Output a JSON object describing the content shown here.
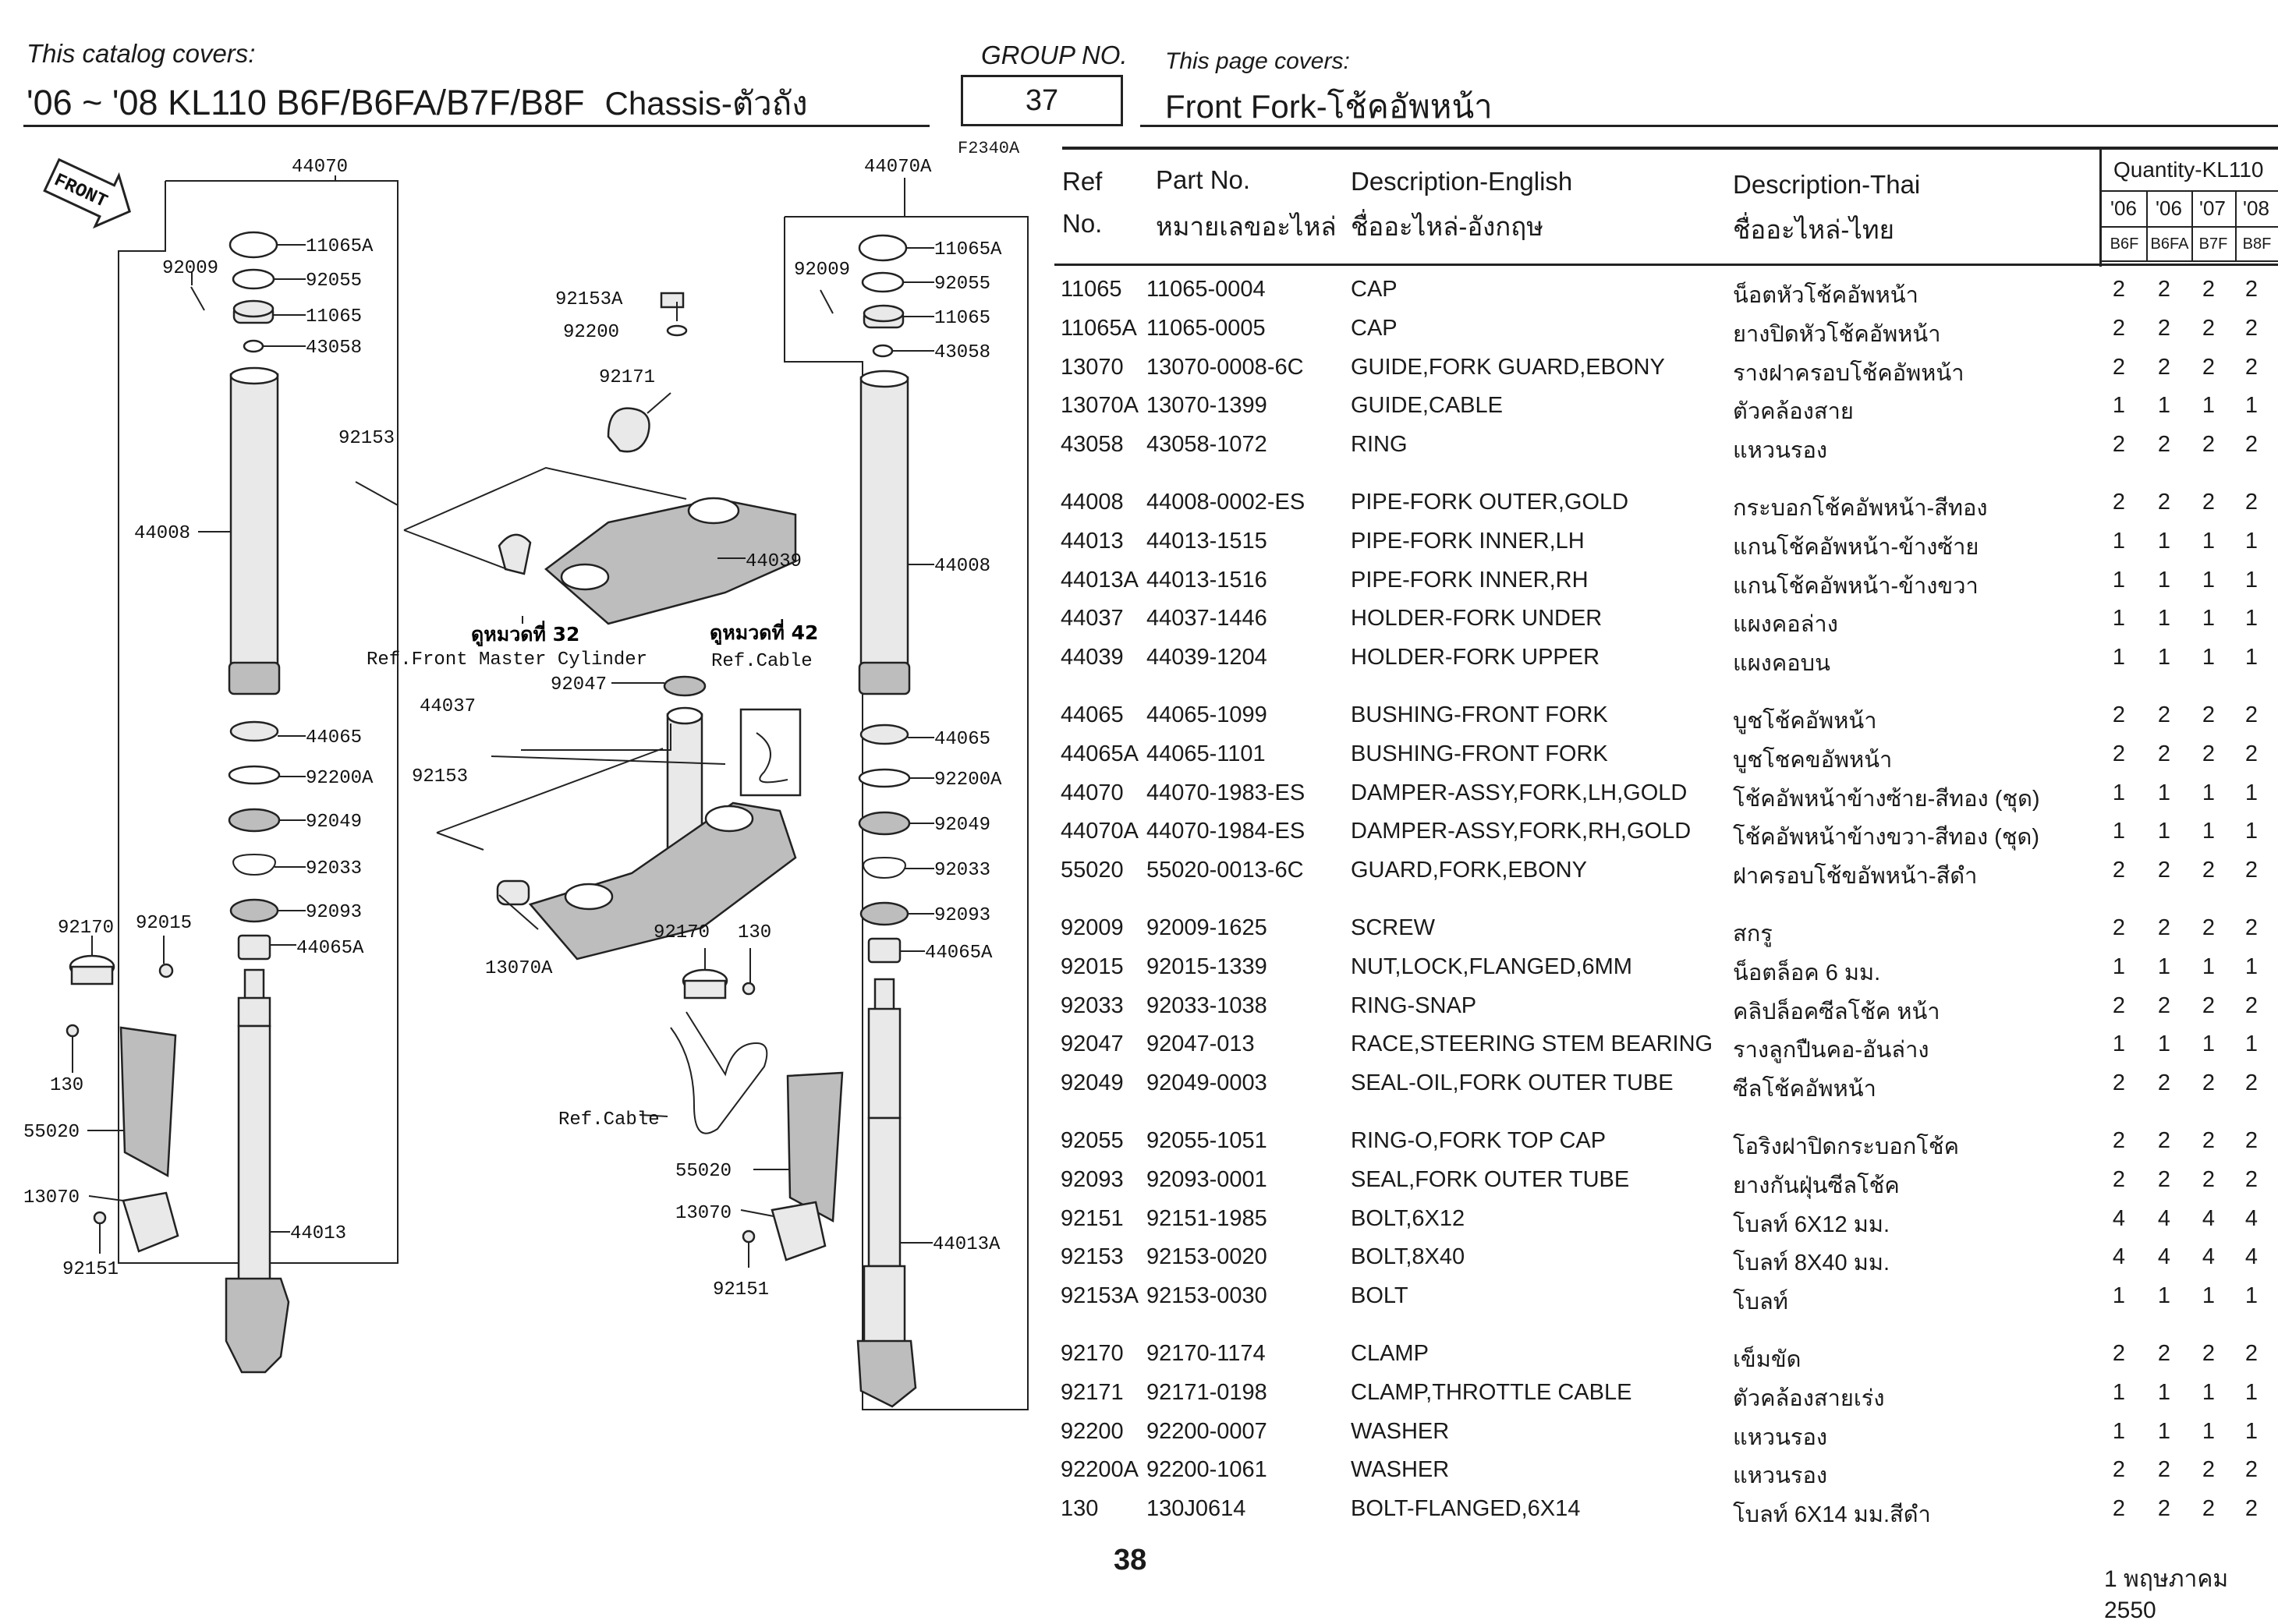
{
  "header": {
    "catalog_label": "This catalog covers:",
    "catalog_model": "'06 ~ '08 KL110 B6F/B6FA/B7F/B8F",
    "catalog_section": "Chassis-ตัวถัง",
    "group_label": "GROUP NO.",
    "group_no": "37",
    "page_covers_label": "This page covers:",
    "page_title": "Front Fork-โช้คอัพหน้า"
  },
  "figure": {
    "code": "F2340A",
    "front_mark": "FRONT",
    "ref_notes": {
      "see_page_32": "ดูหมวดที่ 32",
      "front_master_cylinder": "Ref.Front Master Cylinder",
      "see_page_42": "ดูหมวดที่ 42",
      "ref_cable": "Ref.Cable",
      "ref_cable_2": "Ref.Cable"
    },
    "callouts": {
      "left_assy": "44070",
      "right_assy": "44070A",
      "c11065A_l": "11065A",
      "c92009_l": "92009",
      "c92055_l": "92055",
      "c11065_l": "11065",
      "c43058_l": "43058",
      "c44008_l": "44008",
      "c44065_l": "44065",
      "c92200A_l": "92200A",
      "c92049_l": "92049",
      "c92033_l": "92033",
      "c92093_l": "92093",
      "c44065A_l": "44065A",
      "c44013": "44013",
      "c92170_l": "92170",
      "c92015": "92015",
      "c130_l": "130",
      "c55020_l": "55020",
      "c13070_l": "13070",
      "c92151_l": "92151",
      "c92153A": "92153A",
      "c92200": "92200",
      "c92171": "92171",
      "c92153_t": "92153",
      "c44039": "44039",
      "c44037": "44037",
      "c92047": "92047",
      "c92153_b": "92153",
      "c13070A": "13070A",
      "c92170_m": "92170",
      "c130_m": "130",
      "c55020_m": "55020",
      "c13070_m": "13070",
      "c92151_m": "92151",
      "c11065A_r": "11065A",
      "c92009_r": "92009",
      "c92055_r": "92055",
      "c11065_r": "11065",
      "c43058_r": "43058",
      "c44008_r": "44008",
      "c44065_r": "44065",
      "c92200A_r": "92200A",
      "c92049_r": "92049",
      "c92033_r": "92033",
      "c92093_r": "92093",
      "c44065A_r": "44065A",
      "c44013A": "44013A"
    }
  },
  "table": {
    "headers": {
      "ref": "Ref",
      "no": "No.",
      "part_no": "Part No.",
      "part_no_th": "หมายเลขอะไหล่",
      "desc_en": "Description-English",
      "desc_en_th": "ชื่ออะไหล่-อังกฤษ",
      "desc_th": "Description-Thai",
      "desc_th_th": "ชื่ออะไหล่-ไทย",
      "quantity": "Quantity-KL110",
      "years": [
        "'06",
        "'06",
        "'07",
        "'08"
      ],
      "models": [
        "B6F",
        "B6FA",
        "B7F",
        "B8F"
      ]
    },
    "rows": [
      {
        "ref": "11065",
        "part_no": "11065-0004",
        "desc_en": "CAP",
        "desc_th": "น็อตหัวโช้คอัพหน้า",
        "qty": [
          "2",
          "2",
          "2",
          "2"
        ]
      },
      {
        "ref": "11065A",
        "part_no": "11065-0005",
        "desc_en": "CAP",
        "desc_th": "ยางปิดหัวโช้คอัพหน้า",
        "qty": [
          "2",
          "2",
          "2",
          "2"
        ]
      },
      {
        "ref": "13070",
        "part_no": "13070-0008-6C",
        "desc_en": "GUIDE,FORK GUARD,EBONY",
        "desc_th": "รางฝาครอบโช้คอัพหน้า",
        "qty": [
          "2",
          "2",
          "2",
          "2"
        ]
      },
      {
        "ref": "13070A",
        "part_no": "13070-1399",
        "desc_en": "GUIDE,CABLE",
        "desc_th": "ตัวคล้องสาย",
        "qty": [
          "1",
          "1",
          "1",
          "1"
        ]
      },
      {
        "ref": "43058",
        "part_no": "43058-1072",
        "desc_en": "RING",
        "desc_th": "แหวนรอง",
        "qty": [
          "2",
          "2",
          "2",
          "2"
        ]
      },
      {
        "ref": "44008",
        "part_no": "44008-0002-ES",
        "desc_en": "PIPE-FORK OUTER,GOLD",
        "desc_th": "กระบอกโช้คอัพหน้า-สีทอง",
        "qty": [
          "2",
          "2",
          "2",
          "2"
        ]
      },
      {
        "ref": "44013",
        "part_no": "44013-1515",
        "desc_en": "PIPE-FORK INNER,LH",
        "desc_th": "แกนโช้คอัพหน้า-ข้างซ้าย",
        "qty": [
          "1",
          "1",
          "1",
          "1"
        ]
      },
      {
        "ref": "44013A",
        "part_no": "44013-1516",
        "desc_en": "PIPE-FORK INNER,RH",
        "desc_th": "แกนโช้คอัพหน้า-ข้างขวา",
        "qty": [
          "1",
          "1",
          "1",
          "1"
        ]
      },
      {
        "ref": "44037",
        "part_no": "44037-1446",
        "desc_en": "HOLDER-FORK UNDER",
        "desc_th": "แผงคอล่าง",
        "qty": [
          "1",
          "1",
          "1",
          "1"
        ]
      },
      {
        "ref": "44039",
        "part_no": "44039-1204",
        "desc_en": "HOLDER-FORK UPPER",
        "desc_th": "แผงคอบน",
        "qty": [
          "1",
          "1",
          "1",
          "1"
        ]
      },
      {
        "ref": "44065",
        "part_no": "44065-1099",
        "desc_en": "BUSHING-FRONT FORK",
        "desc_th": "บูชโช้คอัพหน้า",
        "qty": [
          "2",
          "2",
          "2",
          "2"
        ]
      },
      {
        "ref": "44065A",
        "part_no": "44065-1101",
        "desc_en": "BUSHING-FRONT FORK",
        "desc_th": "บูชโชคขอัพหน้า",
        "qty": [
          "2",
          "2",
          "2",
          "2"
        ]
      },
      {
        "ref": "44070",
        "part_no": "44070-1983-ES",
        "desc_en": "DAMPER-ASSY,FORK,LH,GOLD",
        "desc_th": "โช้คอัพหน้าข้างซ้าย-สีทอง (ชุด)",
        "qty": [
          "1",
          "1",
          "1",
          "1"
        ]
      },
      {
        "ref": "44070A",
        "part_no": "44070-1984-ES",
        "desc_en": "DAMPER-ASSY,FORK,RH,GOLD",
        "desc_th": "โช้คอัพหน้าข้างขวา-สีทอง (ชุด)",
        "qty": [
          "1",
          "1",
          "1",
          "1"
        ]
      },
      {
        "ref": "55020",
        "part_no": "55020-0013-6C",
        "desc_en": "GUARD,FORK,EBONY",
        "desc_th": "ฝาครอบโช้ขอัพหน้า-สีดำ",
        "qty": [
          "2",
          "2",
          "2",
          "2"
        ]
      },
      {
        "ref": "92009",
        "part_no": "92009-1625",
        "desc_en": "SCREW",
        "desc_th": "สกรู",
        "qty": [
          "2",
          "2",
          "2",
          "2"
        ]
      },
      {
        "ref": "92015",
        "part_no": "92015-1339",
        "desc_en": "NUT,LOCK,FLANGED,6MM",
        "desc_th": "น็อตล็อค 6 มม.",
        "qty": [
          "1",
          "1",
          "1",
          "1"
        ]
      },
      {
        "ref": "92033",
        "part_no": "92033-1038",
        "desc_en": "RING-SNAP",
        "desc_th": "คลิปล็อคซีลโช้ค หน้า",
        "qty": [
          "2",
          "2",
          "2",
          "2"
        ]
      },
      {
        "ref": "92047",
        "part_no": "92047-013",
        "desc_en": "RACE,STEERING STEM BEARING",
        "desc_th": "รางลูกปืนคอ-อันล่าง",
        "qty": [
          "1",
          "1",
          "1",
          "1"
        ]
      },
      {
        "ref": "92049",
        "part_no": "92049-0003",
        "desc_en": "SEAL-OIL,FORK OUTER TUBE",
        "desc_th": "ซีลโช้คอัพหน้า",
        "qty": [
          "2",
          "2",
          "2",
          "2"
        ]
      },
      {
        "ref": "92055",
        "part_no": "92055-1051",
        "desc_en": "RING-O,FORK TOP CAP",
        "desc_th": "โอริงฝาปิดกระบอกโช้ค",
        "qty": [
          "2",
          "2",
          "2",
          "2"
        ]
      },
      {
        "ref": "92093",
        "part_no": "92093-0001",
        "desc_en": "SEAL,FORK OUTER TUBE",
        "desc_th": "ยางกันฝุ่นซีลโช้ค",
        "qty": [
          "2",
          "2",
          "2",
          "2"
        ]
      },
      {
        "ref": "92151",
        "part_no": "92151-1985",
        "desc_en": "BOLT,6X12",
        "desc_th": "โบลท์ 6X12 มม.",
        "qty": [
          "4",
          "4",
          "4",
          "4"
        ]
      },
      {
        "ref": "92153",
        "part_no": "92153-0020",
        "desc_en": "BOLT,8X40",
        "desc_th": "โบลท์ 8X40 มม.",
        "qty": [
          "4",
          "4",
          "4",
          "4"
        ]
      },
      {
        "ref": "92153A",
        "part_no": "92153-0030",
        "desc_en": "BOLT",
        "desc_th": "โบลท์",
        "qty": [
          "1",
          "1",
          "1",
          "1"
        ]
      },
      {
        "ref": "92170",
        "part_no": "92170-1174",
        "desc_en": "CLAMP",
        "desc_th": "เข็มขัด",
        "qty": [
          "2",
          "2",
          "2",
          "2"
        ]
      },
      {
        "ref": "92171",
        "part_no": "92171-0198",
        "desc_en": "CLAMP,THROTTLE CABLE",
        "desc_th": "ตัวคล้องสายเร่ง",
        "qty": [
          "1",
          "1",
          "1",
          "1"
        ]
      },
      {
        "ref": "92200",
        "part_no": "92200-0007",
        "desc_en": "WASHER",
        "desc_th": "แหวนรอง",
        "qty": [
          "1",
          "1",
          "1",
          "1"
        ]
      },
      {
        "ref": "92200A",
        "part_no": "92200-1061",
        "desc_en": "WASHER",
        "desc_th": "แหวนรอง",
        "qty": [
          "2",
          "2",
          "2",
          "2"
        ]
      },
      {
        "ref": "130",
        "part_no": "130J0614",
        "desc_en": "BOLT-FLANGED,6X14",
        "desc_th": "โบลท์ 6X14 มม.สีดำ",
        "qty": [
          "2",
          "2",
          "2",
          "2"
        ]
      }
    ]
  },
  "footer": {
    "page_number": "38",
    "date": "1 พฤษภาคม 2550"
  }
}
